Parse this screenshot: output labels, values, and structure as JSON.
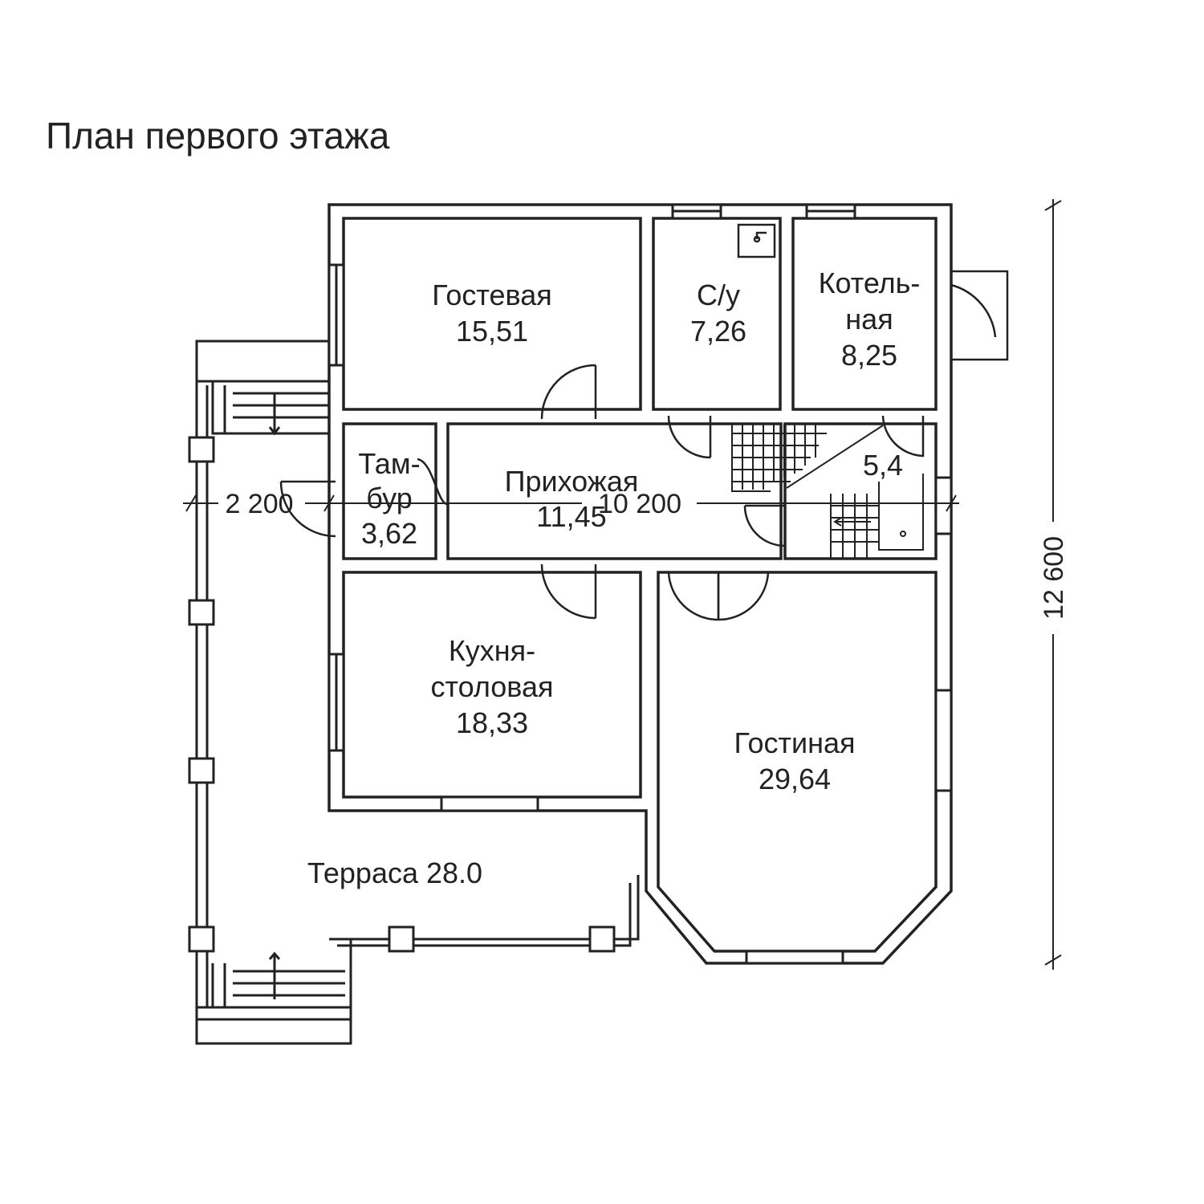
{
  "title": "План первого этажа",
  "rooms": {
    "gostevaya": {
      "name": "Гостевая",
      "area": "15,51"
    },
    "su": {
      "name": "С/у",
      "area": "7,26"
    },
    "kotelnaya": {
      "line1": "Котель-",
      "line2": "ная",
      "area": "8,25"
    },
    "tambur": {
      "line1": "Там-",
      "line2": "бур",
      "area": "3,62"
    },
    "prihozhaya": {
      "name": "Прихожая",
      "area": "11,45"
    },
    "stair": {
      "area": "5,4"
    },
    "kuhnya": {
      "line1": "Кухня-",
      "line2": "столовая",
      "area": "18,33"
    },
    "gostinaya": {
      "name": "Гостиная",
      "area": "29,64"
    },
    "terrasa": {
      "label": "Терраса 28.0"
    }
  },
  "dimensions": {
    "terrace_width": "2 200",
    "house_width": "10 200",
    "house_depth": "12 600"
  }
}
